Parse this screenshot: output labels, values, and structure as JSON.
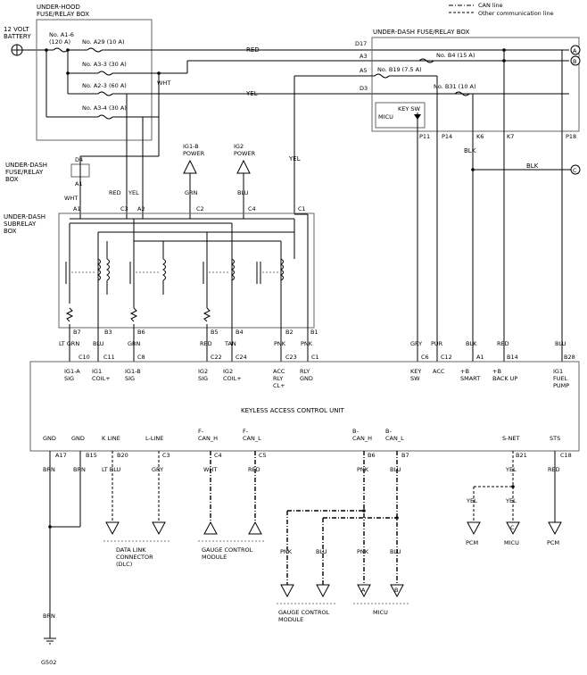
{
  "legend": {
    "can_line": "CAN line",
    "other_line": "Other communication line"
  },
  "battery": {
    "line1": "12 VOLT",
    "line2": "BATTERY"
  },
  "underhood_box": {
    "line1": "UNDER-HOOD",
    "line2": "FUSE/RELAY BOX",
    "fuse_a16": {
      "name": "No. A1-6",
      "rating": "(120 A)"
    },
    "fuse_a29": "No. A29 (10 A)",
    "fuse_a33": "No. A3-3 (30 A)",
    "fuse_a23": "No. A2-3 (60 A)",
    "fuse_a34": "No. A3-4 (30 A)",
    "wht": "WHT"
  },
  "underdash_box": {
    "title": "UNDER-DASH FUSE/RELAY BOX",
    "fuse_b4": "No. B4 (15 A)",
    "fuse_b19": "No. B19 (7.5 A)",
    "fuse_b31": "No. B31 (10 A)",
    "micu": "MICU",
    "key_sw": "KEY SW",
    "pins": {
      "d17": "D17",
      "a3": "A3",
      "a5": "A5",
      "d3": "D3",
      "p11": "P11",
      "p14": "P14",
      "k6": "K6",
      "k7": "K7",
      "p18": "P18"
    }
  },
  "top_wires": {
    "red": "RED",
    "yel": "YEL",
    "yel2": "YEL",
    "blk_k6": "BLK",
    "blk_c": "BLK"
  },
  "connectors": {
    "a": "A",
    "b": "B",
    "c": "C"
  },
  "underdash_small": {
    "line1": "UNDER-DASH",
    "line2": "FUSE/RELAY",
    "line3": "BOX",
    "d4": "D4",
    "a1": "A1",
    "wht": "WHT"
  },
  "powers": {
    "ig1b_1": "IG1-B",
    "ig1b_2": "POWER",
    "ig2_1": "IG2",
    "ig2_2": "POWER"
  },
  "subrelay": {
    "line1": "UNDER-DASH",
    "line2": "SUBRELAY",
    "line3": "BOX",
    "top_pins": {
      "a1": "A1",
      "c3": "C3",
      "a2": "A2",
      "c2": "C2",
      "c4": "C4",
      "c1": "C1"
    },
    "top_wires": {
      "red": "RED",
      "yel": "YEL",
      "grn": "GRN",
      "blu": "BLU"
    },
    "bot_pins": {
      "b7": "B7",
      "b3": "B3",
      "b6": "B6",
      "b5": "B5",
      "b4": "B4",
      "b2": "B2",
      "b1": "B1"
    }
  },
  "upper_wires": {
    "ltgrn": "LT GRN",
    "blu": "BLU",
    "grn": "GRN",
    "red": "RED",
    "tan": "TAN",
    "pnk1": "PNK",
    "pnk2": "PNK",
    "gry": "GRY",
    "pur": "PUR",
    "blk": "BLK",
    "red2": "RED",
    "blu2": "BLU"
  },
  "unit": {
    "title": "KEYLESS ACCESS CONTROL UNIT",
    "top_pins": {
      "c10": "C10",
      "c11": "C11",
      "c8": "C8",
      "c22": "C22",
      "c24": "C24",
      "c23": "C23",
      "c1": "C1",
      "c6": "C6",
      "c12": "C12",
      "a1": "A1",
      "b14": "B14",
      "b28": "B28"
    },
    "top_labels": {
      "ig1a": [
        "IG1-A",
        "SIG"
      ],
      "ig1coil": [
        "IG1",
        "COIL+"
      ],
      "ig1b": [
        "IG1-B",
        "SIG"
      ],
      "ig2sig": [
        "IG2",
        "SIG"
      ],
      "ig2coil": [
        "IG2",
        "COIL+"
      ],
      "acc": [
        "ACC",
        "RLY",
        "CL+"
      ],
      "rlygnd": [
        "RLY",
        "GND"
      ],
      "keysw": [
        "KEY",
        "SW"
      ],
      "accin": [
        "ACC"
      ],
      "bsmart": [
        "+B",
        "SMART"
      ],
      "bbackup": [
        "+B",
        "BACK UP"
      ],
      "ig1fuel": [
        "IG1",
        "FUEL",
        "PUMP"
      ]
    },
    "bot_labels": {
      "gnd1": "GND",
      "gnd2": "GND",
      "kline": "K LINE",
      "lline": "L-LINE",
      "fcanh": [
        "F-",
        "CAN_H"
      ],
      "fcanl": [
        "F-",
        "CAN_L"
      ],
      "bcanh": [
        "B-",
        "CAN_H"
      ],
      "bcanl": [
        "B-",
        "CAN_L"
      ],
      "snet": "S-NET",
      "sts": "STS"
    },
    "bot_pins": {
      "a17": "A17",
      "b15": "B15",
      "b20": "B20",
      "c3": "C3",
      "c4": "C4",
      "c5": "C5",
      "b6": "B6",
      "b7": "B7",
      "b21": "B21",
      "c18": "C18"
    }
  },
  "lower_wires": {
    "brn1": "BRN",
    "brn2": "BRN",
    "ltblu": "LT BLU",
    "gry": "GRY",
    "wht": "WHT",
    "red": "RED",
    "pnk": "PNK",
    "blu": "BLU",
    "yel": "YEL",
    "red2": "RED",
    "yel_l": "YEL",
    "yel_r": "YEL",
    "pnk_a": "PNK",
    "blu_a": "BLU",
    "pnk_b": "PNK",
    "blu_b": "BLU",
    "brn3": "BRN"
  },
  "destinations": {
    "dlc": [
      "DATA LINK",
      "CONNECTOR",
      "(DLC)"
    ],
    "gauge1": [
      "GAUGE CONTROL",
      "MODULE"
    ],
    "gauge2": [
      "GAUGE CONTROL",
      "MODULE"
    ],
    "micu": "MICU",
    "pcm1": "PCM",
    "micu2": "MICU",
    "pcm2": "PCM",
    "g502": "G502",
    "tri_a": "A",
    "tri_b": "B",
    "tri_c": "C"
  }
}
